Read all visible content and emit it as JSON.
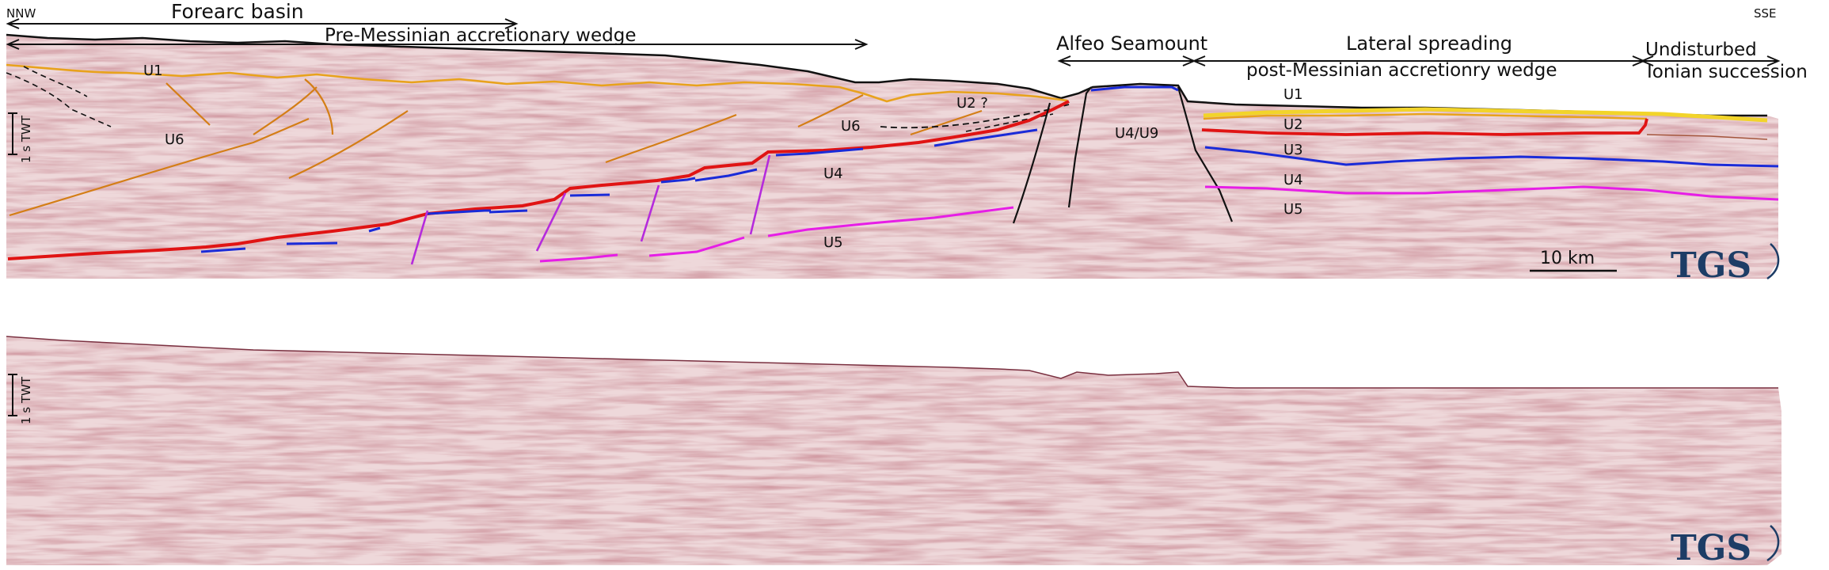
{
  "orientation": {
    "left": "NNW",
    "right": "SSE"
  },
  "top_panel": {
    "spans": {
      "forearc": "Forearc basin",
      "pre_messinian": "Pre-Messinian accretionary wedge",
      "alfeo": "Alfeo Seamount",
      "lateral": "Lateral spreading",
      "post_messinian": "post-Messinian accretionry wedge",
      "undisturbed_1": "Undisturbed",
      "undisturbed_2": "Ionian succession"
    },
    "scale_vertical": "1 s TWT",
    "scale_horizontal": "10 km",
    "units": {
      "u1_left": "U1",
      "u6_left": "U6",
      "u6_mid": "U6",
      "u2q": "U2 ?",
      "u4_mid": "U4",
      "u5_mid": "U5",
      "u4u9": "U4/U9",
      "u1_right": "U1",
      "u2_right": "U2",
      "u3_right": "U3",
      "u4_right": "U4",
      "u5_right": "U5"
    },
    "logo": "TGS"
  },
  "bottom_panel": {
    "scale_vertical": "1 s TWT",
    "logo": "TGS"
  },
  "colors": {
    "u1_base": "#e8a21c",
    "u1_yellow": "#f2d42a",
    "u2_base_red": "#e01414",
    "u4_blue": "#1a2bd8",
    "u5_magenta": "#e61ee6",
    "thrusts": "#c8c8c8",
    "fault_orange": "#d47e16",
    "fault_purple": "#b52bdc",
    "seafloor": "#111111",
    "seismic_bg": "#eed8da",
    "logo": "#1d3d66"
  }
}
